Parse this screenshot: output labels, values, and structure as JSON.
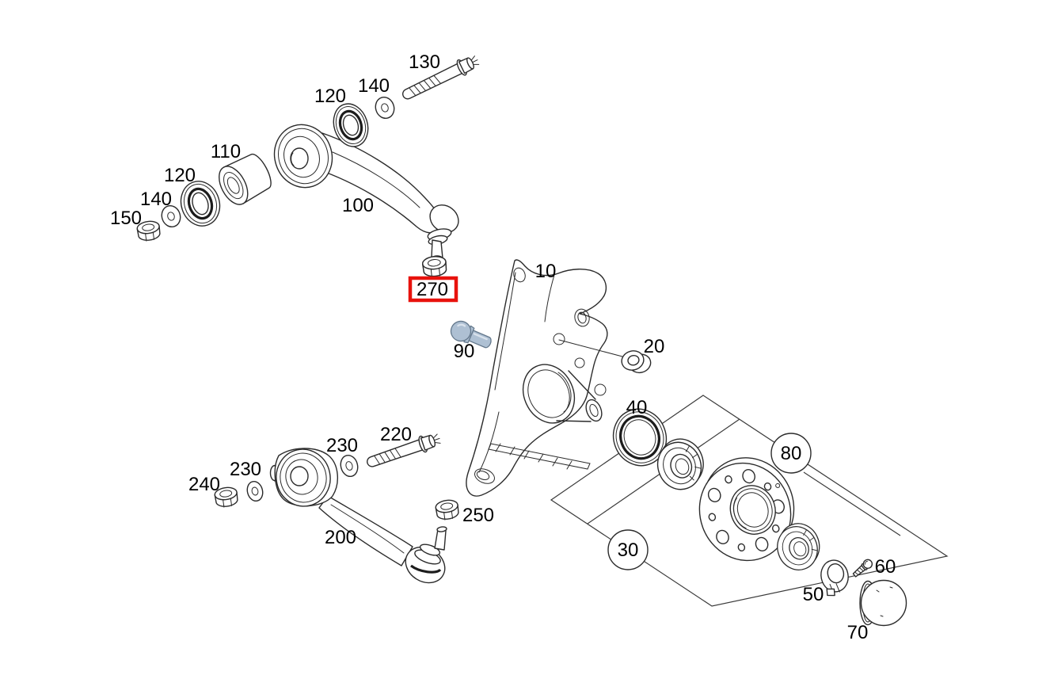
{
  "diagram": {
    "type": "exploded-parts-diagram",
    "subject": "Front axle suspension: control arms, steering knuckle and wheel hub",
    "background": "#ffffff",
    "colors": {
      "line": "#2b2b2b",
      "highlight_box": "#e8120d",
      "highlight_bolt_fill": "#aec0d3",
      "highlight_bolt_stroke": "#64788c",
      "label_text": "#000000"
    },
    "highlighted_part": "270",
    "parts": [
      {
        "label": "130",
        "part": "flange-bolt"
      },
      {
        "label": "140",
        "part": "washer"
      },
      {
        "label": "120",
        "part": "bearing-ring"
      },
      {
        "label": "110",
        "part": "bushing-sleeve"
      },
      {
        "label": "120",
        "part": "bearing-ring"
      },
      {
        "label": "140",
        "part": "washer"
      },
      {
        "label": "150",
        "part": "self-locking-nut"
      },
      {
        "label": "100",
        "part": "upper-control-arm"
      },
      {
        "label": "270",
        "part": "ball-joint-nut",
        "highlighted": true
      },
      {
        "label": "10",
        "part": "steering-knuckle"
      },
      {
        "label": "90",
        "part": "fitted-bolt",
        "colored": true
      },
      {
        "label": "20",
        "part": "spacer-bushing"
      },
      {
        "label": "40",
        "part": "sealing-ring"
      },
      {
        "label": "80",
        "part": "assembly-reference",
        "in_circle": true
      },
      {
        "label": "30",
        "part": "assembly-reference",
        "in_circle": true
      },
      {
        "label": "220",
        "part": "flange-bolt"
      },
      {
        "label": "230",
        "part": "washer"
      },
      {
        "label": "230",
        "part": "washer"
      },
      {
        "label": "240",
        "part": "self-locking-nut"
      },
      {
        "label": "200",
        "part": "lower-control-arm"
      },
      {
        "label": "250",
        "part": "self-locking-nut"
      },
      {
        "label": "50",
        "part": "clamping-piece"
      },
      {
        "label": "60",
        "part": "screw"
      },
      {
        "label": "70",
        "part": "hub-cap"
      }
    ]
  }
}
